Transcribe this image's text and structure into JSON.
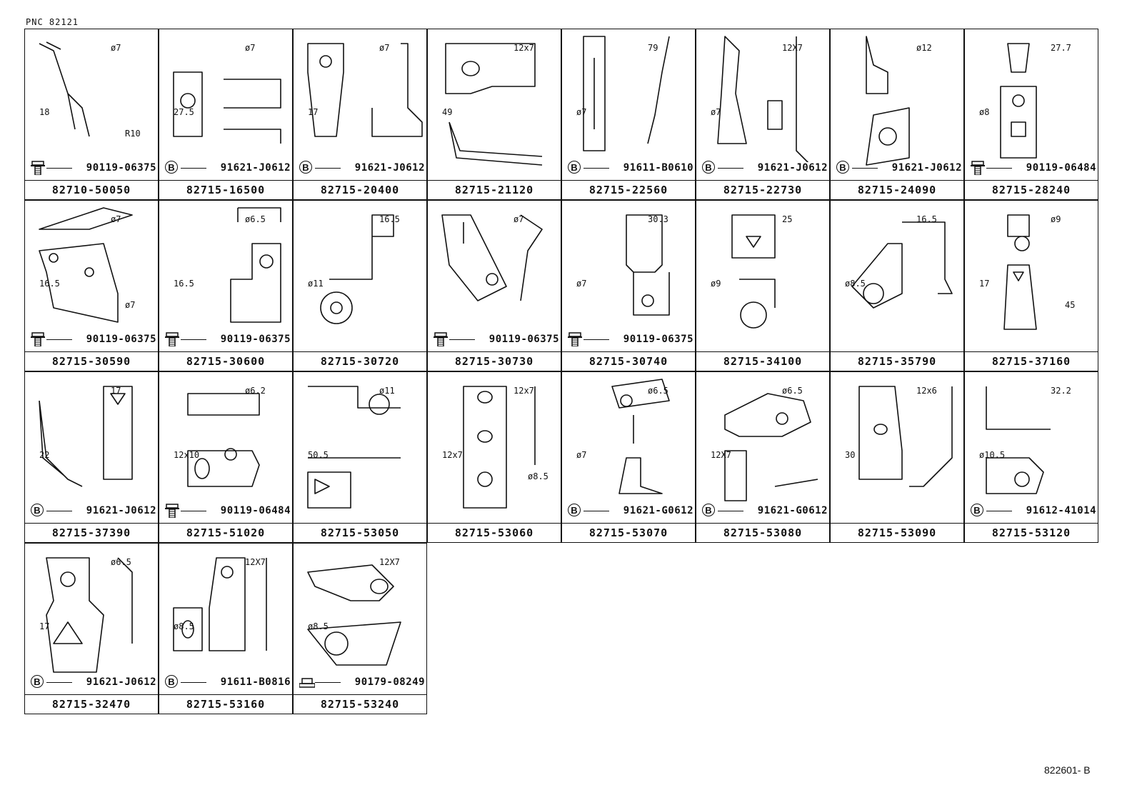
{
  "pnc": "PNC  82121",
  "doc_ref": "822601- B",
  "cells": [
    {
      "part": "82710-50050",
      "fastener": "90119-06375",
      "ftype": "bolt",
      "dims": [
        "ø7",
        "18",
        "R10"
      ]
    },
    {
      "part": "82715-16500",
      "fastener": "91621-J0612",
      "ftype": "clip",
      "dims": [
        "ø7",
        "27.5"
      ]
    },
    {
      "part": "82715-20400",
      "fastener": "91621-J0612",
      "ftype": "clip",
      "dims": [
        "ø7",
        "17"
      ]
    },
    {
      "part": "82715-21120",
      "fastener": "",
      "ftype": "none",
      "dims": [
        "12x7",
        "49"
      ]
    },
    {
      "part": "82715-22560",
      "fastener": "91611-B0610",
      "ftype": "clip",
      "dims": [
        "79",
        "ø7"
      ]
    },
    {
      "part": "82715-22730",
      "fastener": "91621-J0612",
      "ftype": "clip",
      "dims": [
        "12X7",
        "ø7"
      ]
    },
    {
      "part": "82715-24090",
      "fastener": "91621-J0612",
      "ftype": "clip",
      "dims": [
        "ø12"
      ]
    },
    {
      "part": "82715-28240",
      "fastener": "90119-06484",
      "ftype": "bolt",
      "dims": [
        "27.7",
        "ø8"
      ]
    },
    {
      "part": "82715-30590",
      "fastener": "90119-06375",
      "ftype": "bolt",
      "dims": [
        "ø7",
        "16.5",
        "ø7"
      ]
    },
    {
      "part": "82715-30600",
      "fastener": "90119-06375",
      "ftype": "bolt",
      "dims": [
        "ø6.5",
        "16.5"
      ]
    },
    {
      "part": "82715-30720",
      "fastener": "",
      "ftype": "none",
      "dims": [
        "16.5",
        "ø11"
      ]
    },
    {
      "part": "82715-30730",
      "fastener": "90119-06375",
      "ftype": "bolt",
      "dims": [
        "ø7"
      ]
    },
    {
      "part": "82715-30740",
      "fastener": "90119-06375",
      "ftype": "bolt",
      "dims": [
        "30.3",
        "ø7"
      ]
    },
    {
      "part": "82715-34100",
      "fastener": "",
      "ftype": "none",
      "dims": [
        "25",
        "ø9"
      ]
    },
    {
      "part": "82715-35790",
      "fastener": "",
      "ftype": "none",
      "dims": [
        "16.5",
        "ø8.5"
      ]
    },
    {
      "part": "82715-37160",
      "fastener": "",
      "ftype": "none",
      "dims": [
        "ø9",
        "17",
        "45"
      ]
    },
    {
      "part": "82715-37390",
      "fastener": "91621-J0612",
      "ftype": "clip",
      "dims": [
        "17",
        "22"
      ]
    },
    {
      "part": "82715-51020",
      "fastener": "90119-06484",
      "ftype": "bolt",
      "dims": [
        "ø6.2",
        "12x10"
      ]
    },
    {
      "part": "82715-53050",
      "fastener": "",
      "ftype": "none",
      "dims": [
        "ø11",
        "50.5"
      ]
    },
    {
      "part": "82715-53060",
      "fastener": "",
      "ftype": "none",
      "dims": [
        "12x7",
        "12x7",
        "ø8.5"
      ]
    },
    {
      "part": "82715-53070",
      "fastener": "91621-G0612",
      "ftype": "clip",
      "dims": [
        "ø6.5",
        "ø7"
      ]
    },
    {
      "part": "82715-53080",
      "fastener": "91621-G0612",
      "ftype": "clip",
      "dims": [
        "ø6.5",
        "12X7"
      ]
    },
    {
      "part": "82715-53090",
      "fastener": "",
      "ftype": "none",
      "dims": [
        "12x6",
        "30"
      ]
    },
    {
      "part": "82715-53120",
      "fastener": "91612-41014",
      "ftype": "clip",
      "dims": [
        "32.2",
        "ø10.5"
      ]
    },
    {
      "part": "82715-32470",
      "fastener": "91621-J0612",
      "ftype": "clip",
      "dims": [
        "ø6.5",
        "17"
      ]
    },
    {
      "part": "82715-53160",
      "fastener": "91611-B0816",
      "ftype": "clip",
      "dims": [
        "12X7",
        "ø8.5"
      ]
    },
    {
      "part": "82715-53240",
      "fastener": "90179-08249",
      "ftype": "nut",
      "dims": [
        "12X7",
        "ø8.5"
      ]
    }
  ],
  "clip_mark": "B"
}
